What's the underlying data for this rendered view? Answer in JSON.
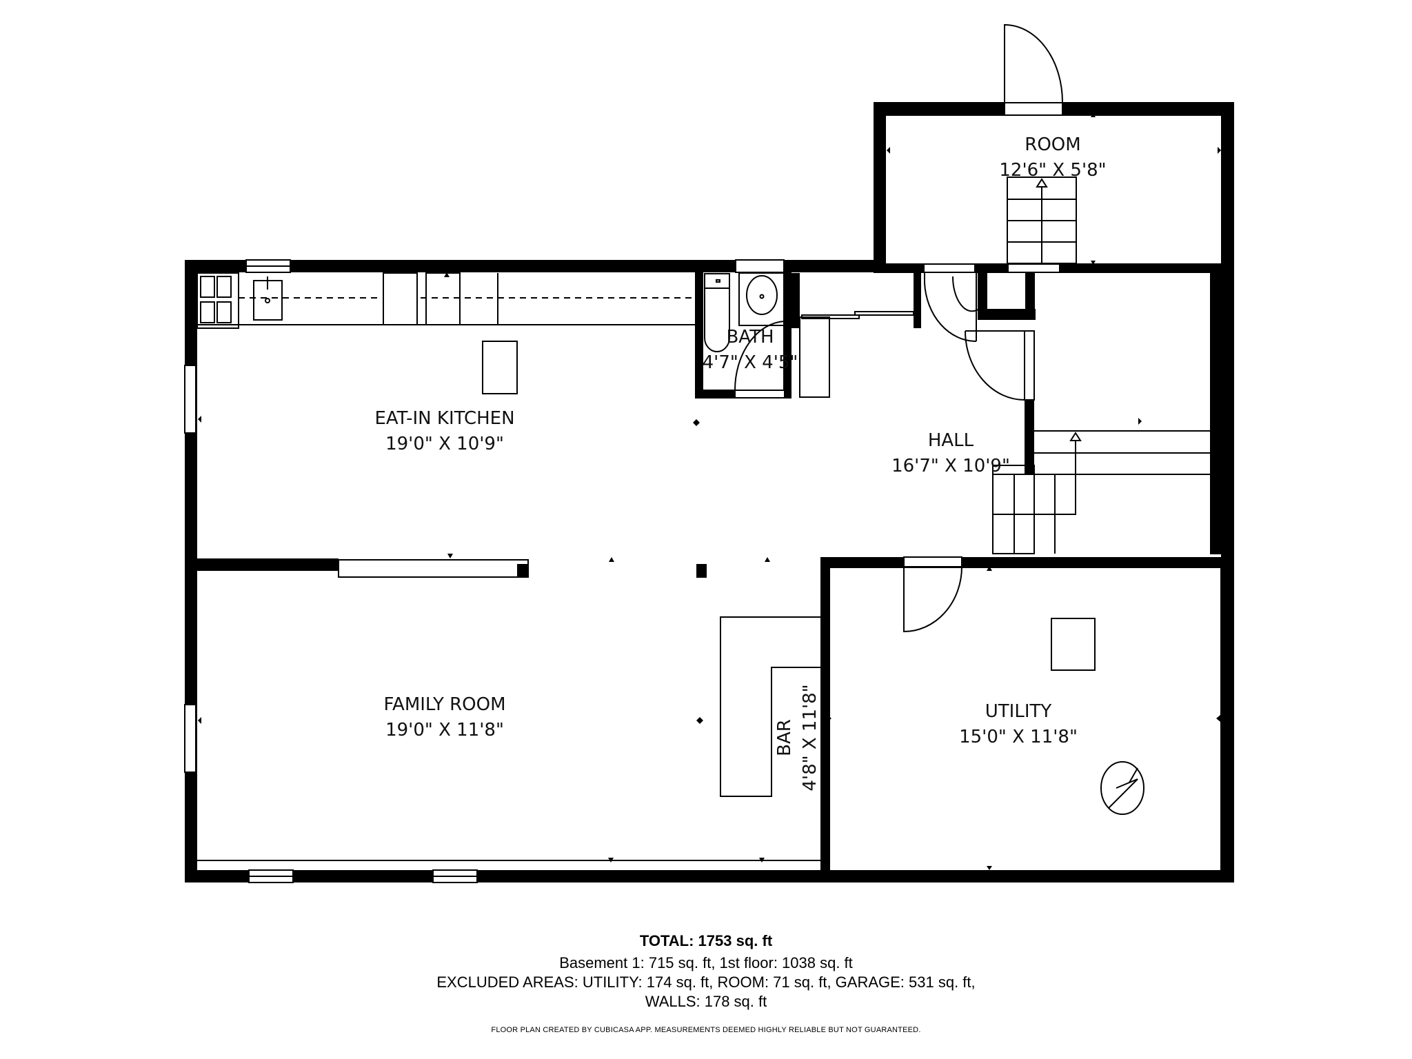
{
  "floor_plan": {
    "rooms": [
      {
        "id": "room",
        "name": "ROOM",
        "dimensions": "12'6\" X 5'8\""
      },
      {
        "id": "bath",
        "name": "BATH",
        "dimensions": "4'7\" X 4'5\""
      },
      {
        "id": "eat_in_kitchen",
        "name": "EAT-IN KITCHEN",
        "dimensions": "19'0\" X 10'9\""
      },
      {
        "id": "hall",
        "name": "HALL",
        "dimensions": "16'7\" X 10'9\""
      },
      {
        "id": "family_room",
        "name": "FAMILY ROOM",
        "dimensions": "19'0\" X 11'8\""
      },
      {
        "id": "bar",
        "name": "BAR",
        "dimensions": "4'8\" X 11'8\""
      },
      {
        "id": "utility",
        "name": "UTILITY",
        "dimensions": "15'0\" X 11'8\""
      }
    ],
    "fixtures": [
      "stove",
      "kitchen-sink",
      "toilet",
      "bathroom-sink",
      "stairs",
      "water-heater",
      "utility-box"
    ],
    "colors": {
      "walls": "#000000",
      "background": "#ffffff"
    }
  },
  "summary": {
    "total": "TOTAL: 1753 sq. ft",
    "floors": "Basement 1: 715 sq. ft, 1st floor: 1038 sq. ft",
    "excluded": "EXCLUDED AREAS: UTILITY: 174 sq. ft, ROOM: 71 sq. ft, GARAGE: 531 sq. ft,",
    "walls": "WALLS: 178 sq. ft",
    "credit": "FLOOR PLAN CREATED BY CUBICASA APP. MEASUREMENTS DEEMED HIGHLY RELIABLE BUT NOT GUARANTEED."
  }
}
